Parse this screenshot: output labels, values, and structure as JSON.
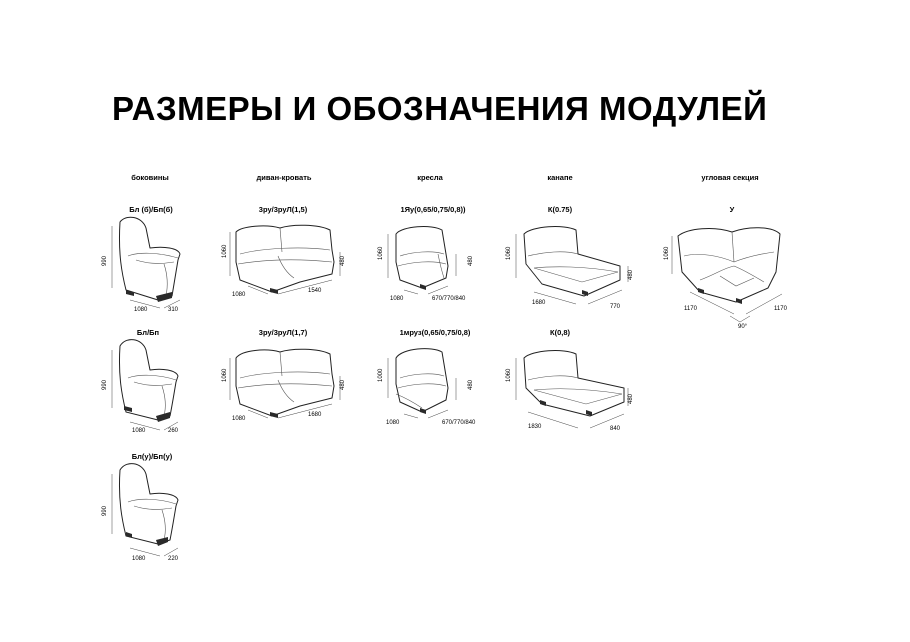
{
  "title": "РАЗМЕРЫ И ОБОЗНАЧЕНИЯ МОДУЛЕЙ",
  "headers": {
    "sides": "боковины",
    "sofa_bed": "диван-кровать",
    "armchairs": "кресла",
    "canape": "канапе",
    "corner": "угловая секция"
  },
  "modules": {
    "bl_b": {
      "code": "Бл (б)/Бп(б)",
      "h": "990",
      "d": "1080",
      "w": "310"
    },
    "bl": {
      "code": "Бл/Бп",
      "h": "990",
      "d": "1080",
      "w": "260"
    },
    "bl_u": {
      "code": "Бл(у)/Бп(у)",
      "h": "990",
      "d": "1080",
      "w": "220"
    },
    "zru15": {
      "code": "3ру/3руЛ(1,5)",
      "h": "1060",
      "seat": "480",
      "d": "1080",
      "w": "1540"
    },
    "zru17": {
      "code": "3ру/3руЛ(1,7)",
      "h": "1060",
      "seat": "480",
      "d": "1080",
      "w": "1680"
    },
    "ya1": {
      "code": "1Яу(0,65/0,75/0,8))",
      "h": "1060",
      "seat": "480",
      "d": "1080",
      "w": "670/770/840"
    },
    "mruz1": {
      "code": "1мруз(0,65/0,75/0,8)",
      "h": "1000",
      "seat": "480",
      "d": "1080",
      "w": "670/770/840"
    },
    "k075": {
      "code": "К(0.75)",
      "h": "1060",
      "seat": "480",
      "d": "1680",
      "w": "770"
    },
    "k08": {
      "code": "К(0,8)",
      "h": "1060",
      "seat": "480",
      "d": "1830",
      "w": "840"
    },
    "u": {
      "code": "У",
      "h": "1060",
      "w1": "1170",
      "w2": "1170",
      "angle": "90°"
    }
  }
}
